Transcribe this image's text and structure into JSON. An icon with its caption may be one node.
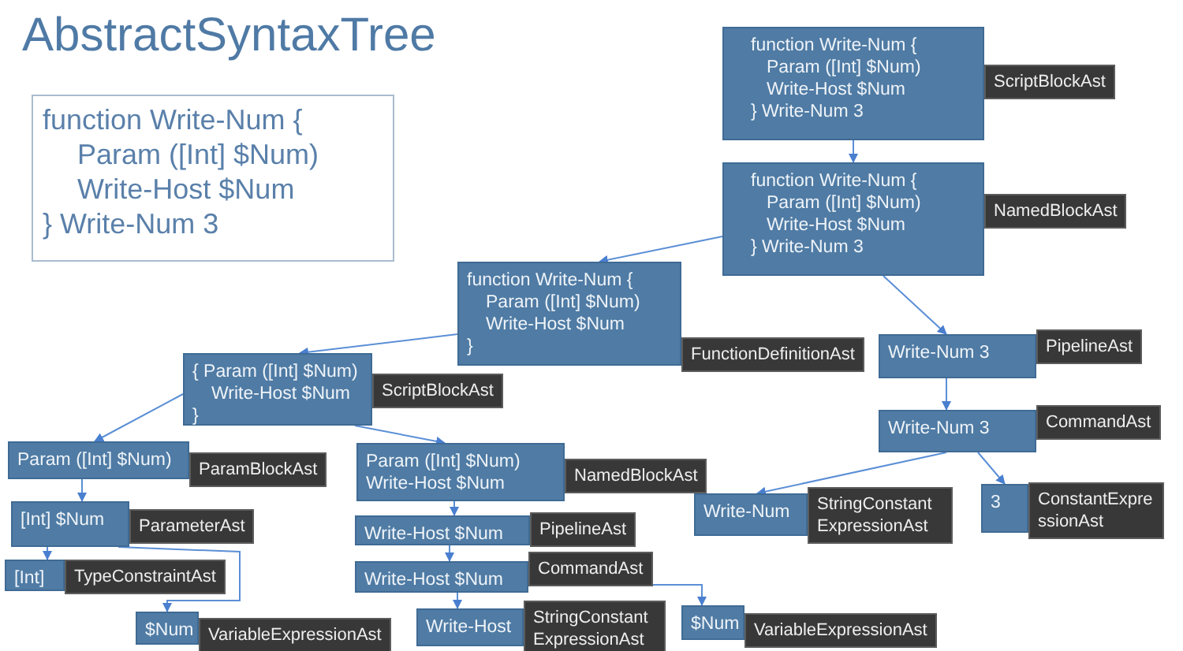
{
  "diagram": {
    "title": "AbstractSyntaxTree",
    "nodes": [
      {
        "text": [
          "function Write-Num {",
          "Param ([Int] $Num)",
          "Write-Host $Num",
          "} Write-Num 3"
        ]
      },
      {
        "text": [
          "function Write-Num {",
          "Param ([Int] $Num)",
          "Write-Host $Num",
          "} Write-Num 3"
        ],
        "beside": [
          "ScriptBlockAst"
        ]
      },
      {
        "text": [
          "function Write-Num {",
          "Param ([Int] $Num)",
          "Write-Host $Num",
          "} Write-Num 3"
        ],
        "beside": [
          "NamedBlockAst"
        ]
      },
      {
        "text": [
          "function Write-Num {",
          "Param ([Int] $Num)",
          "Write-Host $Num",
          "}"
        ],
        "beside": [
          "FunctionDefinitionAst"
        ]
      },
      {
        "text": [
          "{ Param ([Int] $Num)",
          "Write-Host $Num",
          "}"
        ],
        "beside": [
          "ScriptBlockAst"
        ]
      },
      {
        "text": [
          "Param ([Int] $Num)"
        ],
        "beside": [
          "ParamBlockAst"
        ]
      },
      {
        "text": [
          "[Int] $Num"
        ],
        "beside": [
          "ParameterAst"
        ]
      },
      {
        "text": [
          "[Int]"
        ],
        "beside": [
          "TypeConstraintAst"
        ]
      },
      {
        "text": [
          "$Num"
        ],
        "beside": [
          "VariableExpressionAst"
        ]
      },
      {
        "text": [
          "Param ([Int] $Num)",
          "Write-Host $Num"
        ],
        "beside": [
          "NamedBlockAst"
        ]
      },
      {
        "text": [
          "Write-Host $Num"
        ],
        "beside": [
          "PipelineAst"
        ]
      },
      {
        "text": [
          "Write-Host $Num"
        ],
        "beside": [
          "CommandAst"
        ]
      },
      {
        "text": [
          "Write-Host"
        ],
        "beside": [
          "StringConstant ExpressionAst"
        ]
      },
      {
        "text": [
          "$Num"
        ],
        "beside": [
          "VariableExpressionAst"
        ]
      },
      {
        "text": [
          "Write-Num 3"
        ],
        "beside": [
          "PipelineAst"
        ]
      },
      {
        "text": [
          "Write-Num 3"
        ],
        "beside": [
          "CommandAst"
        ]
      },
      {
        "text": [
          "Write-Num"
        ],
        "beside": [
          "StringConstant ExpressionAst"
        ]
      },
      {
        "text": [
          "3"
        ],
        "beside": [
          "ConstantExpressionAst"
        ]
      }
    ],
    "edges": [
      {
        "from": 1,
        "to": 2,
        "arrow": "to"
      },
      {
        "from": 2,
        "to": 3,
        "arrow": "to"
      },
      {
        "from": 2,
        "to": 14,
        "arrow": "to"
      },
      {
        "from": 3,
        "to": 4,
        "arrow": "to"
      },
      {
        "from": 4,
        "to": 5,
        "arrow": "to"
      },
      {
        "from": 4,
        "to": 9,
        "arrow": "to"
      },
      {
        "from": 5,
        "to": 6,
        "arrow": "to"
      },
      {
        "from": 6,
        "to": 7,
        "arrow": "to"
      },
      {
        "from": 6,
        "to": 8,
        "arrow": "to"
      },
      {
        "from": 9,
        "to": 10,
        "arrow": "to"
      },
      {
        "from": 10,
        "to": 11,
        "arrow": "to"
      },
      {
        "from": 11,
        "to": 12,
        "arrow": "to"
      },
      {
        "from": 11,
        "to": 13,
        "arrow": "to"
      },
      {
        "from": 14,
        "to": 15,
        "arrow": "to"
      },
      {
        "from": 15,
        "to": 16,
        "arrow": "to"
      },
      {
        "from": 15,
        "to": 17,
        "arrow": "to"
      }
    ]
  }
}
